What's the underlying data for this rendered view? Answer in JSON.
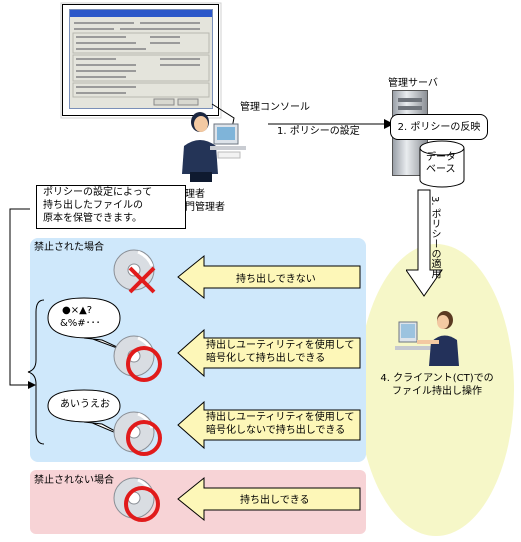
{
  "labels": {
    "console": "管理コンソール",
    "server": "管理サーバ",
    "admin_line1": "管理者",
    "admin_line2": "部門管理者",
    "db_line1": "データ",
    "db_line2": "ベース",
    "step1": "1. ポリシーの設定",
    "step2": "2. ポリシーの反映",
    "step3": "3. ポリシーの適用",
    "step4_line1": "4. クライアント(CT)での",
    "step4_line2": "ファイル持出し操作",
    "note_line1": "ポリシーの設定によって",
    "note_line2": "持ち出したファイルの",
    "note_line3": "原本を保管できます。",
    "prohibited": "禁止された場合",
    "not_prohibited": "禁止されない場合",
    "bubble1_line1": "●×▲?",
    "bubble1_line2": "&%#･･･",
    "bubble2": "あいうえお",
    "arrow1": "持ち出しできない",
    "arrow2_line1": "持出しユーティリティを使用して",
    "arrow2_line2": "暗号化して持ち出しできる",
    "arrow3_line1": "持出しユーティリティを使用して",
    "arrow3_line2": "暗号化しないで持ち出しできる",
    "arrow4": "持ち出しできる"
  },
  "icons": [
    "monitor-icon",
    "dialog-window-icon",
    "administrator-person-icon",
    "server-icon",
    "database-icon",
    "client-person-icon",
    "cd-disc-icon",
    "red-x-icon",
    "red-circle-icon",
    "speech-bubble-icon"
  ],
  "colors": {
    "prohibited_panel": "#cfe8fb",
    "allowed_panel": "#f7d3d6",
    "client_area": "#f6f7c8",
    "arrow_fill": "#fdf7b8",
    "mark_red": "#e11b1b"
  }
}
